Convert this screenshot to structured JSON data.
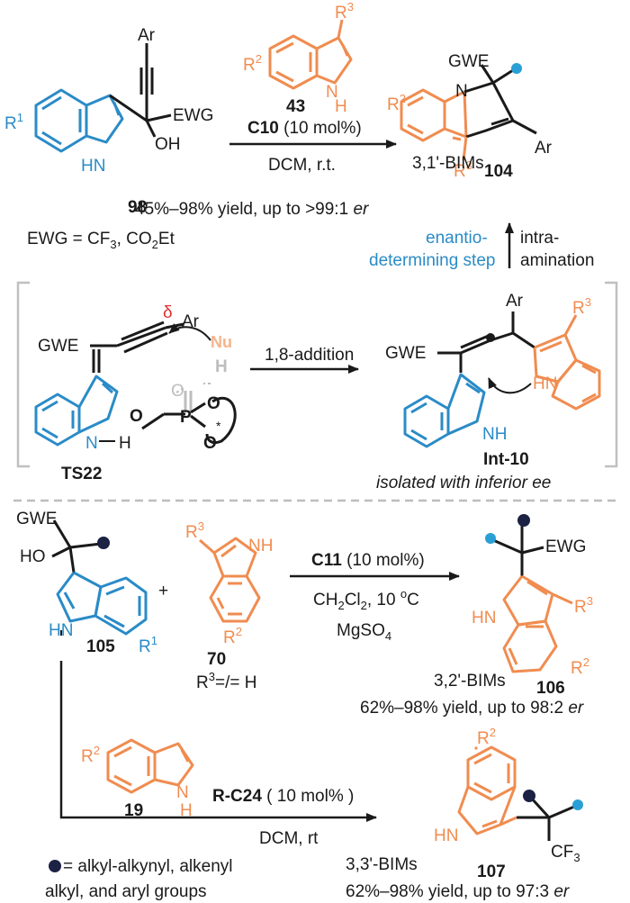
{
  "labels": {
    "ar": "Ar",
    "r1": "R",
    "r1_sup": "1",
    "r2": "R",
    "r2_sup": "2",
    "r3": "R",
    "r3_sup": "3",
    "ewg": "EWG",
    "gwe": "GWE",
    "oh": "OH",
    "ho": "HO",
    "nh": "NH",
    "hn": "HN",
    "n": "N",
    "h": "H",
    "o": "O",
    "p": "P",
    "nu": "Nu",
    "delta": "δ",
    "cf3": "CF",
    "cf3_sub": "3",
    "plus": "+",
    "star": "*"
  },
  "top": {
    "compound_98": "98",
    "compound_43": "43",
    "compound_104": "104",
    "ewg_def": "EWG = CF",
    "ewg_def_sub": "3",
    "ewg_def_tail": ", CO",
    "ewg_def_sub2": "2",
    "ewg_def_end": "Et",
    "catalyst": "C10",
    "loading": " (10 mol%)",
    "conditions": "DCM, r.t.",
    "yield": "45%–98% yield, up to >99:1 ",
    "er": "er",
    "product_class": "3,1'-BIMs",
    "step_label_1": "enantio-",
    "step_label_2": "determining step",
    "intra_1": "intra-",
    "intra_2": "amination"
  },
  "mechanism": {
    "ts": "TS22",
    "addition": "1,8-addition",
    "intermediate": "Int-10",
    "note": "isolated with inferior ee"
  },
  "bottom": {
    "compound_105": "105",
    "compound_70": "70",
    "r3_note": "=/= H",
    "catalyst": "C11",
    "loading": " (10 mol%)",
    "solvent": "CH",
    "solvent_sub": "2",
    "solvent_mid": "Cl",
    "solvent_tail": ", 10 ",
    "deg": "o",
    "celsius": "C",
    "additive": "MgSO",
    "additive_sub": "4",
    "product_class_32": "3,2'-BIMs",
    "compound_106": "106",
    "yield_106": "62%–98% yield, up to 98:2 ",
    "er": "er",
    "compound_19": "19",
    "catalyst_2": "R-C24",
    "loading_2": " ( 10 mol% )",
    "conditions_2": "DCM, rt",
    "legend_1": " = alkyl-alkynyl, alkenyl",
    "legend_2": "alkyl, and aryl groups",
    "product_class_33": "3,3'-BIMs",
    "compound_107": "107",
    "yield_107": "62%–98% yield, up to 97:3 "
  },
  "colors": {
    "indole_blue": "#2a8bc7",
    "indole_orange": "#f08c50",
    "dark_dot": "#1c2244",
    "light_dot": "#2a9fd6",
    "divider": "#bdbdbd",
    "delta_red": "#e03030"
  }
}
